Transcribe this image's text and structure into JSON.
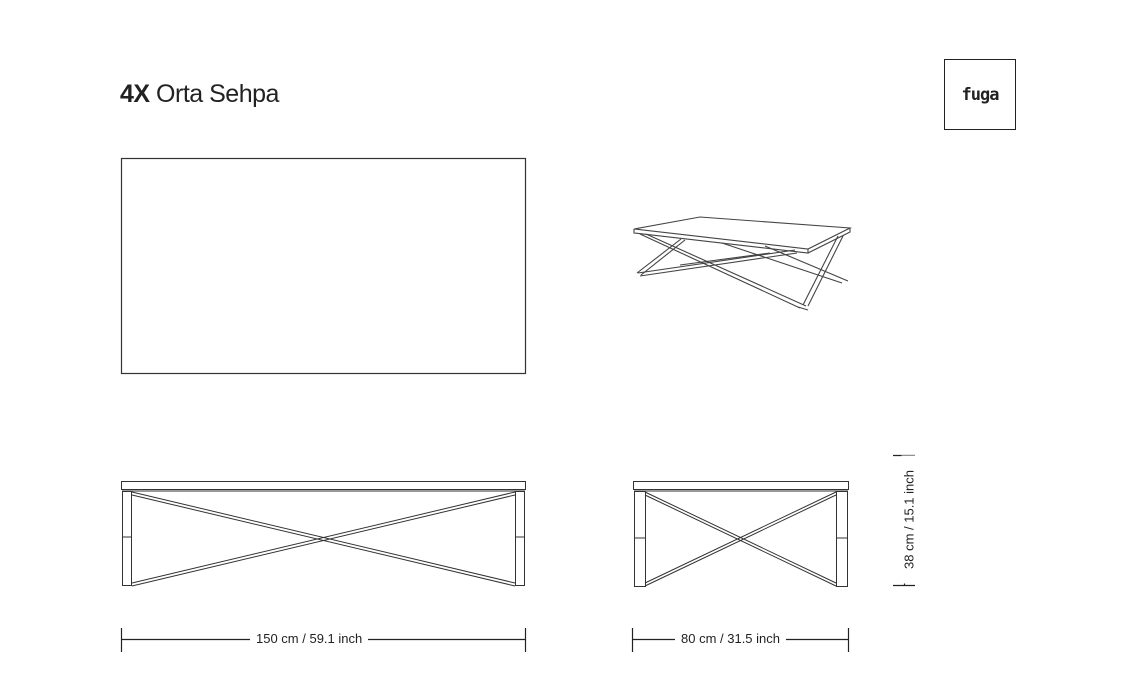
{
  "header": {
    "model": "4X",
    "name": "Orta Sehpa"
  },
  "logo": {
    "text": "fuga"
  },
  "dimensions": {
    "length": "150 cm / 59.1 inch",
    "width": "80 cm / 31.5 inch",
    "height": "38 cm / 15.1 inch"
  }
}
